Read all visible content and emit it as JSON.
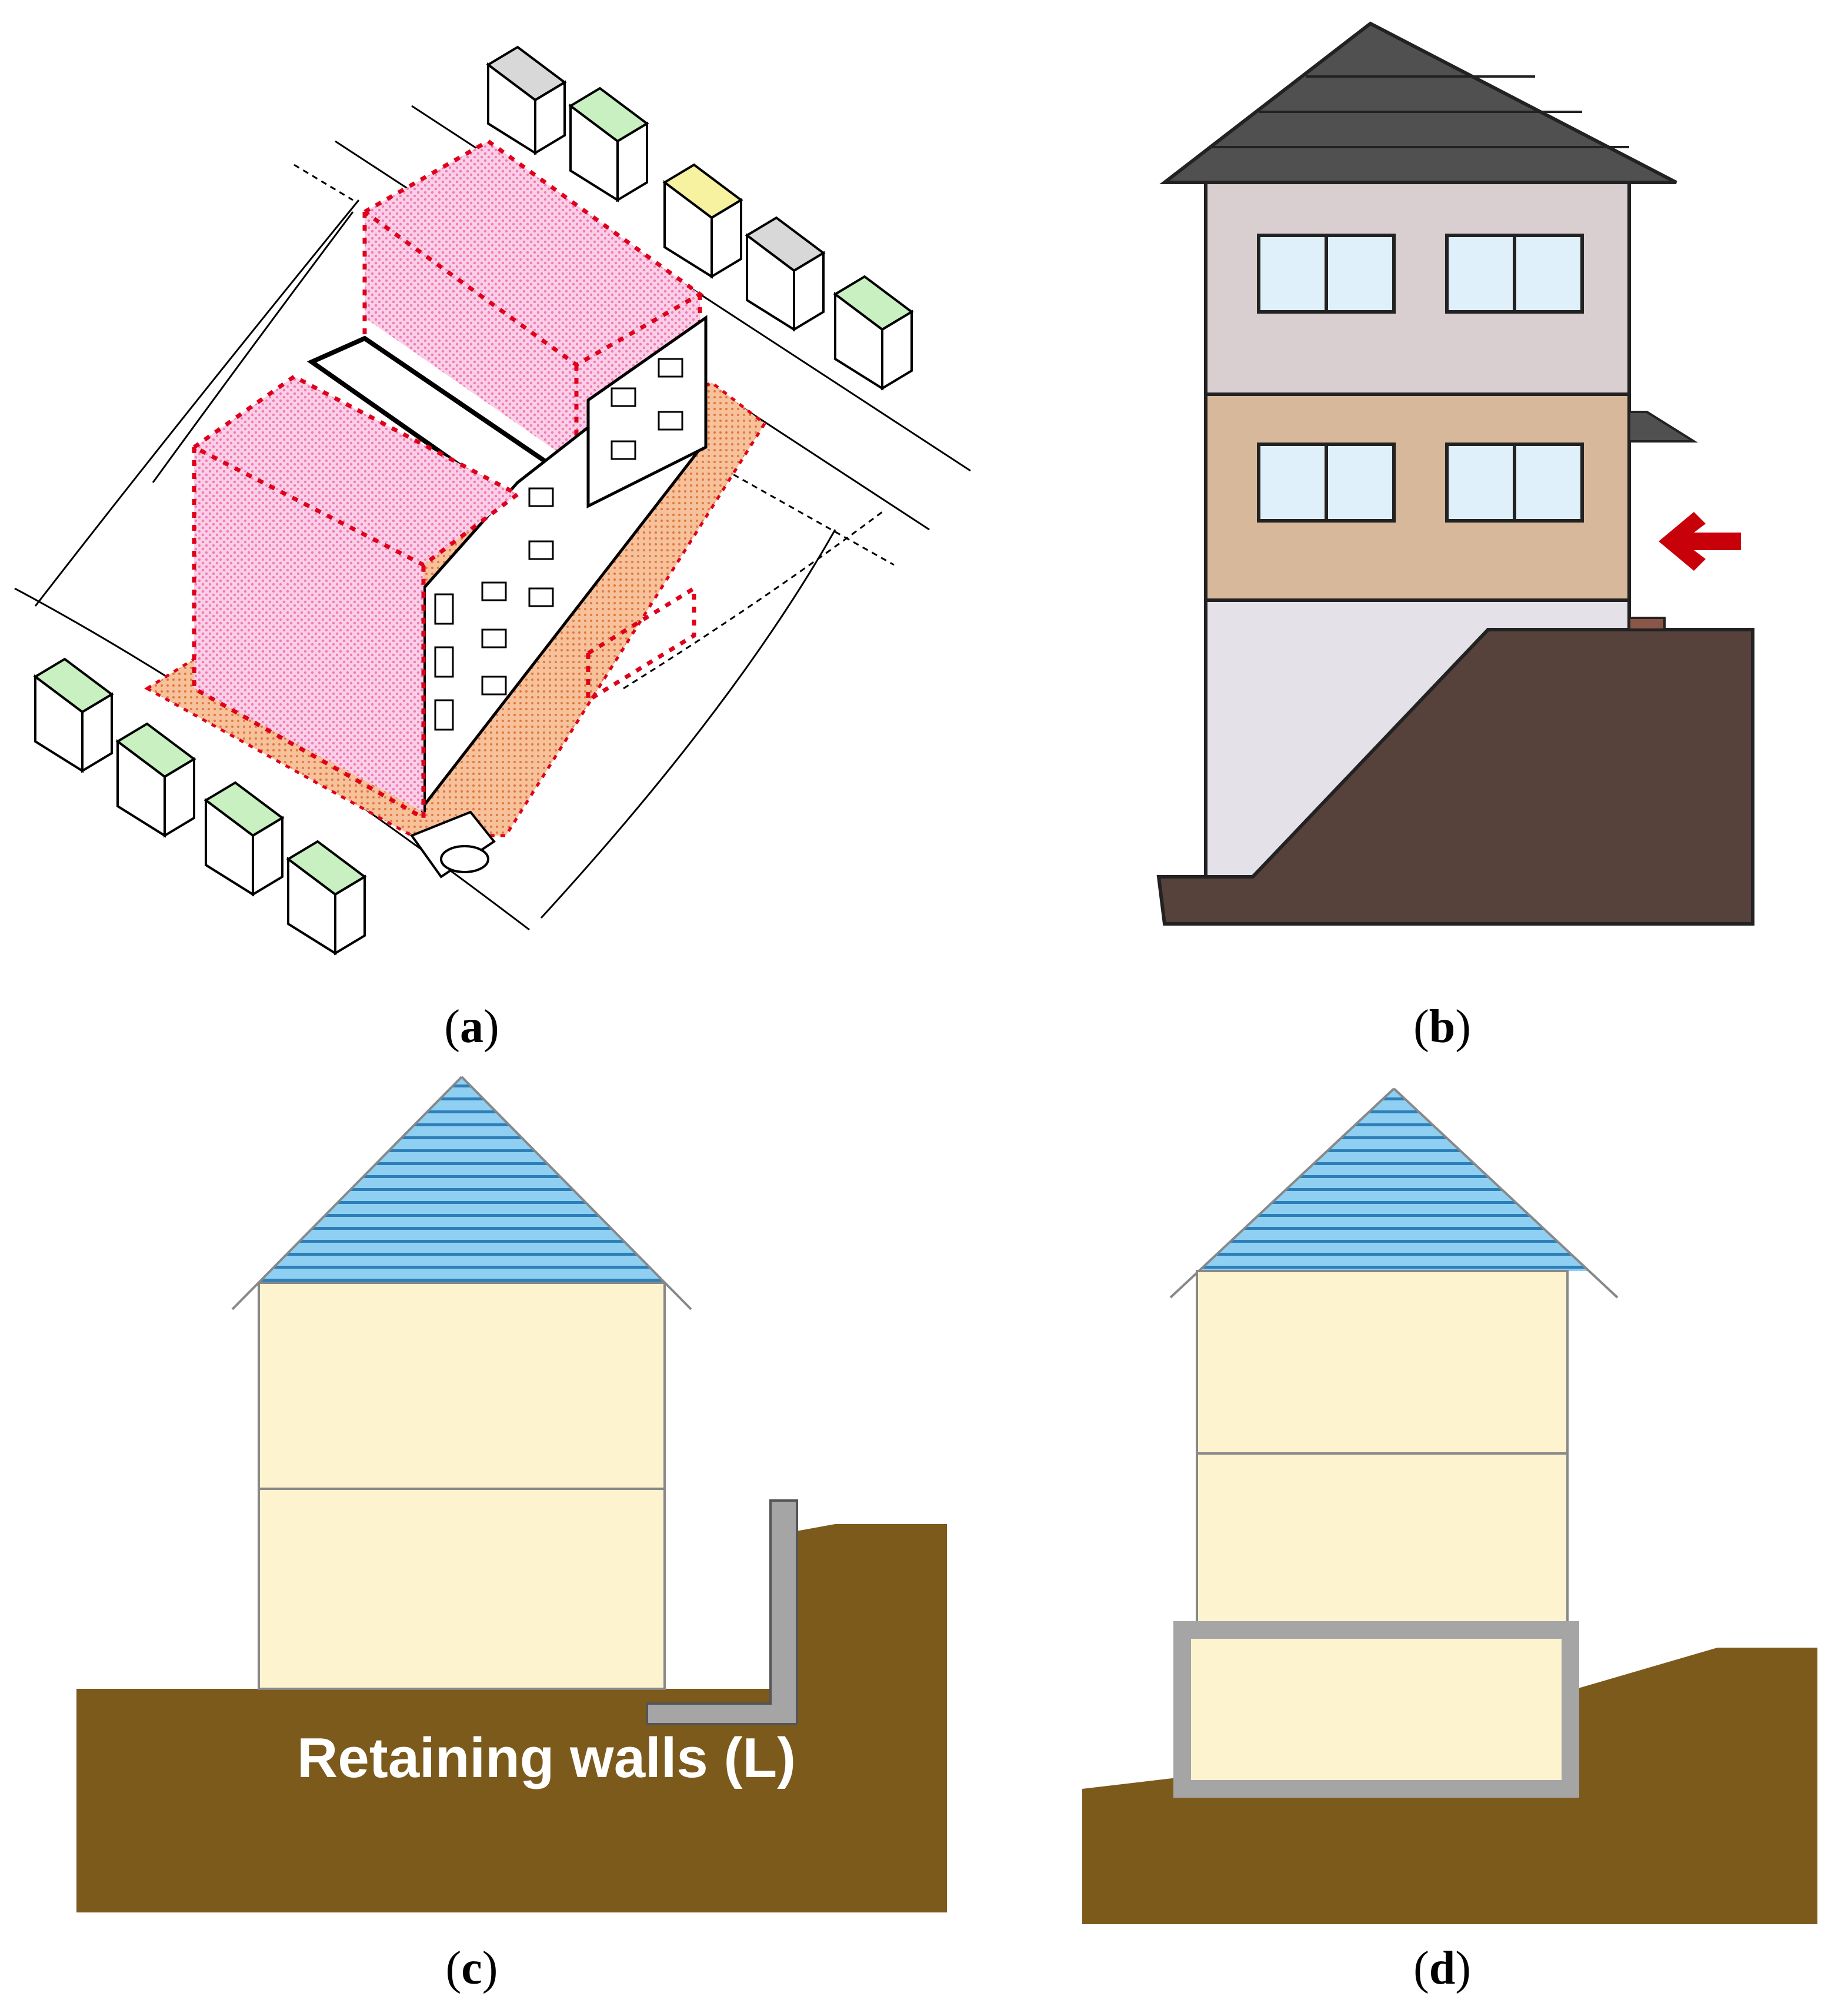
{
  "panels": {
    "a": {
      "label": "a"
    },
    "b": {
      "label": "b"
    },
    "c": {
      "label": "c",
      "annotation": "Retaining walls (L)"
    },
    "d": {
      "label": "d"
    }
  },
  "colors": {
    "pink_volume": "#f7b3d6",
    "red_dotted": "#e0001b",
    "orange_ground": "#f0a878",
    "green_roof": "#c9f0c0",
    "grey_roof": "#d8d8d8",
    "yellow_roof": "#f7f2a0",
    "dark_roof": "#505050",
    "wall_upper": "#d9cfd0",
    "wall_middle": "#d8b89a",
    "wall_lower": "#e4e2e8",
    "dark_ground": "#56423b",
    "window_glass": "#dff0fb",
    "arrow_red": "#c8000a",
    "blue_roof": "#8fd0f2",
    "cream_wall": "#fdf3cf",
    "brown_soil": "#7b5a1c",
    "concrete_grey": "#a5a5a5"
  }
}
